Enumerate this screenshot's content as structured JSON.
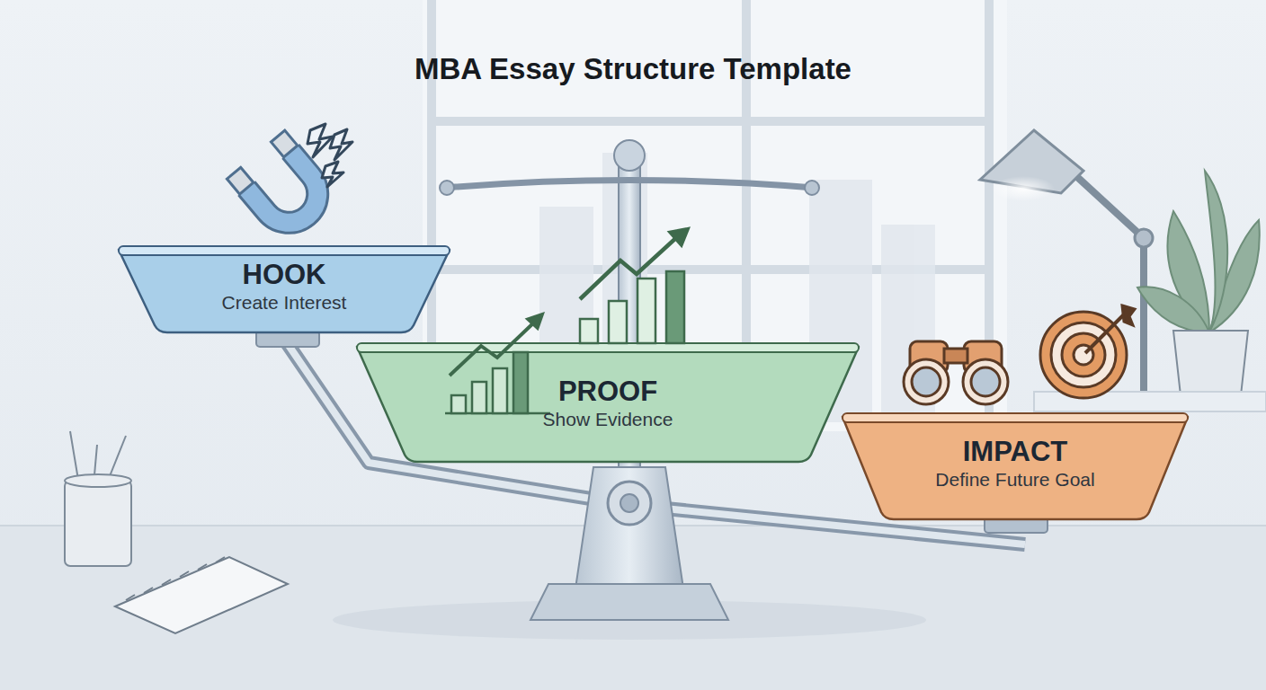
{
  "diagram": {
    "title": "MBA Essay Structure Template",
    "nodes": [
      {
        "text": [
          "HOOK",
          "Create Interest"
        ]
      },
      {
        "text": [
          "PROOF",
          "Show Evidence"
        ]
      },
      {
        "text": [
          "IMPACT",
          "Define Future Goal"
        ]
      }
    ]
  }
}
